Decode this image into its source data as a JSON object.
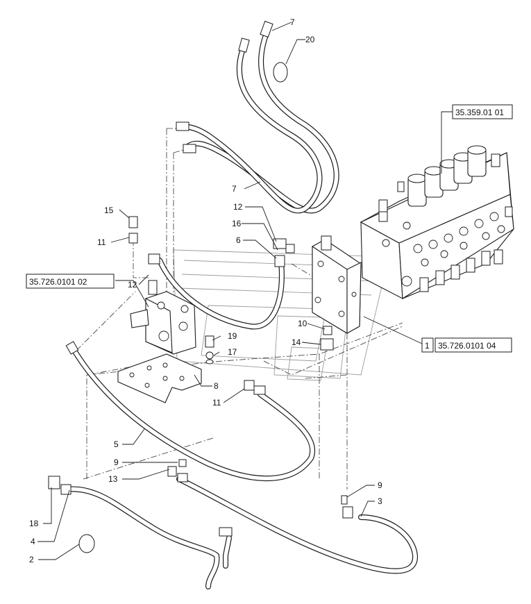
{
  "callouts": {
    "c7_top": "7",
    "c20": "20",
    "c7_mid": "7",
    "c15": "15",
    "c11_left": "11",
    "c12_mid": "12",
    "c16": "16",
    "c6": "6",
    "c12_left": "12",
    "c10": "10",
    "c14": "14",
    "c19": "19",
    "c17": "17",
    "c8": "8",
    "c11_low": "11",
    "c5": "5",
    "c9_left": "9",
    "c13": "13",
    "c18": "18",
    "c4": "4",
    "c2": "2",
    "c9_right": "9",
    "c3": "3",
    "c1": "1"
  },
  "references": {
    "valve_top_right": "35.359.01 01",
    "block_left": "35.726.0101 02",
    "block_right": "35.726.0101 04"
  },
  "colors": {
    "line": "#1a1a1a",
    "ghost": "#9a9a9a",
    "background": "#ffffff"
  }
}
